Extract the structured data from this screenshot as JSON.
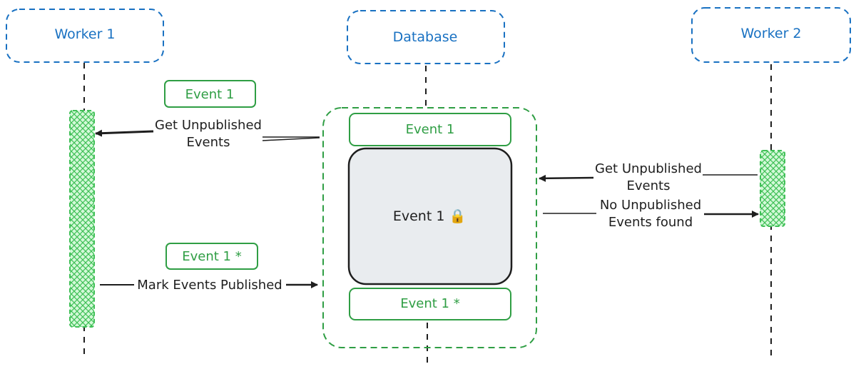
{
  "participants": {
    "worker1": "Worker 1",
    "database": "Database",
    "worker2": "Worker 2"
  },
  "events": {
    "worker1_event": "Event 1",
    "worker1_event_marked": "Event 1 *",
    "db_top": "Event 1",
    "db_locked": "Event 1 🔒",
    "db_bottom": "Event 1 *"
  },
  "messages": {
    "get_unpublished_w1": [
      "Get Unpublished",
      "Events"
    ],
    "mark_published": "Mark Events Published",
    "get_unpublished_w2": [
      "Get Unpublished",
      "Events"
    ],
    "no_unpublished": [
      "No Unpublished",
      "Events found"
    ]
  },
  "colors": {
    "participant": "#1971c2",
    "event": "#2f9e44",
    "activation_fill": "#b2f2bb",
    "line": "#1e1e1e",
    "locked_fill": "#e9ecef"
  }
}
